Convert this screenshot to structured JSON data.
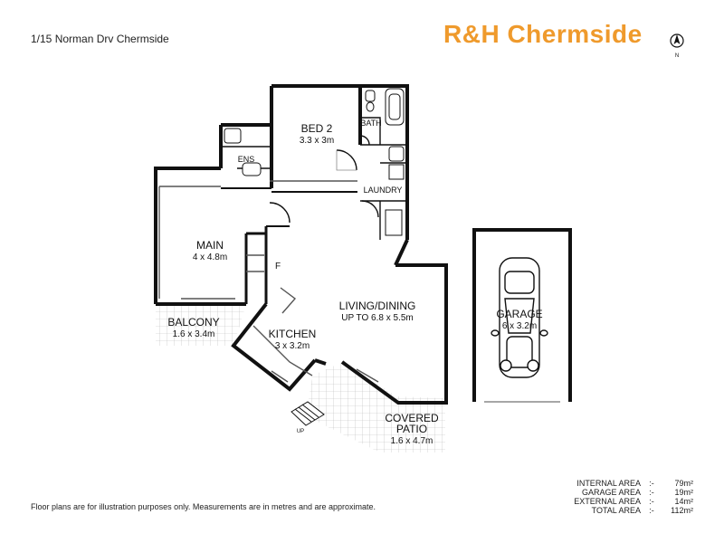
{
  "header": {
    "address": "1/15 Norman Drv Chermside",
    "brand": "R&H Chermside",
    "north_label": "N"
  },
  "rooms": {
    "bed2": {
      "name": "BED 2",
      "dims": "3.3 x 3m"
    },
    "bath": {
      "name": "BATH"
    },
    "ens": {
      "name": "ENS"
    },
    "laundry": {
      "name": "LAUNDRY"
    },
    "main": {
      "name": "MAIN",
      "dims": "4 x 4.8m"
    },
    "fridge": {
      "name": "F"
    },
    "living": {
      "name": "LIVING/DINING",
      "dims": "UP TO 6.8 x 5.5m"
    },
    "balcony": {
      "name": "BALCONY",
      "dims": "1.6 x 3.4m"
    },
    "kitchen": {
      "name": "KITCHEN",
      "dims": "3 x 3.2m"
    },
    "patio": {
      "name_line1": "COVERED",
      "name_line2": "PATIO",
      "dims": "1.6 x 4.7m"
    },
    "garage": {
      "name": "GARAGE",
      "dims": "6 x 3.2m"
    },
    "stairs": {
      "label": "UP"
    }
  },
  "areas": [
    {
      "label": "INTERNAL AREA",
      "sep": ":-",
      "value": "79m²"
    },
    {
      "label": "GARAGE AREA",
      "sep": ":-",
      "value": "19m²"
    },
    {
      "label": "EXTERNAL AREA",
      "sep": ":-",
      "value": "14m²"
    },
    {
      "label": "TOTAL AREA",
      "sep": ":-",
      "value": "112m²"
    }
  ],
  "disclaimer": "Floor plans are for illustration purposes only. Measurements are in metres and are approximate.",
  "colors": {
    "brand": "#ef9a2c",
    "wall": "#111111",
    "hatch": "#999999"
  }
}
